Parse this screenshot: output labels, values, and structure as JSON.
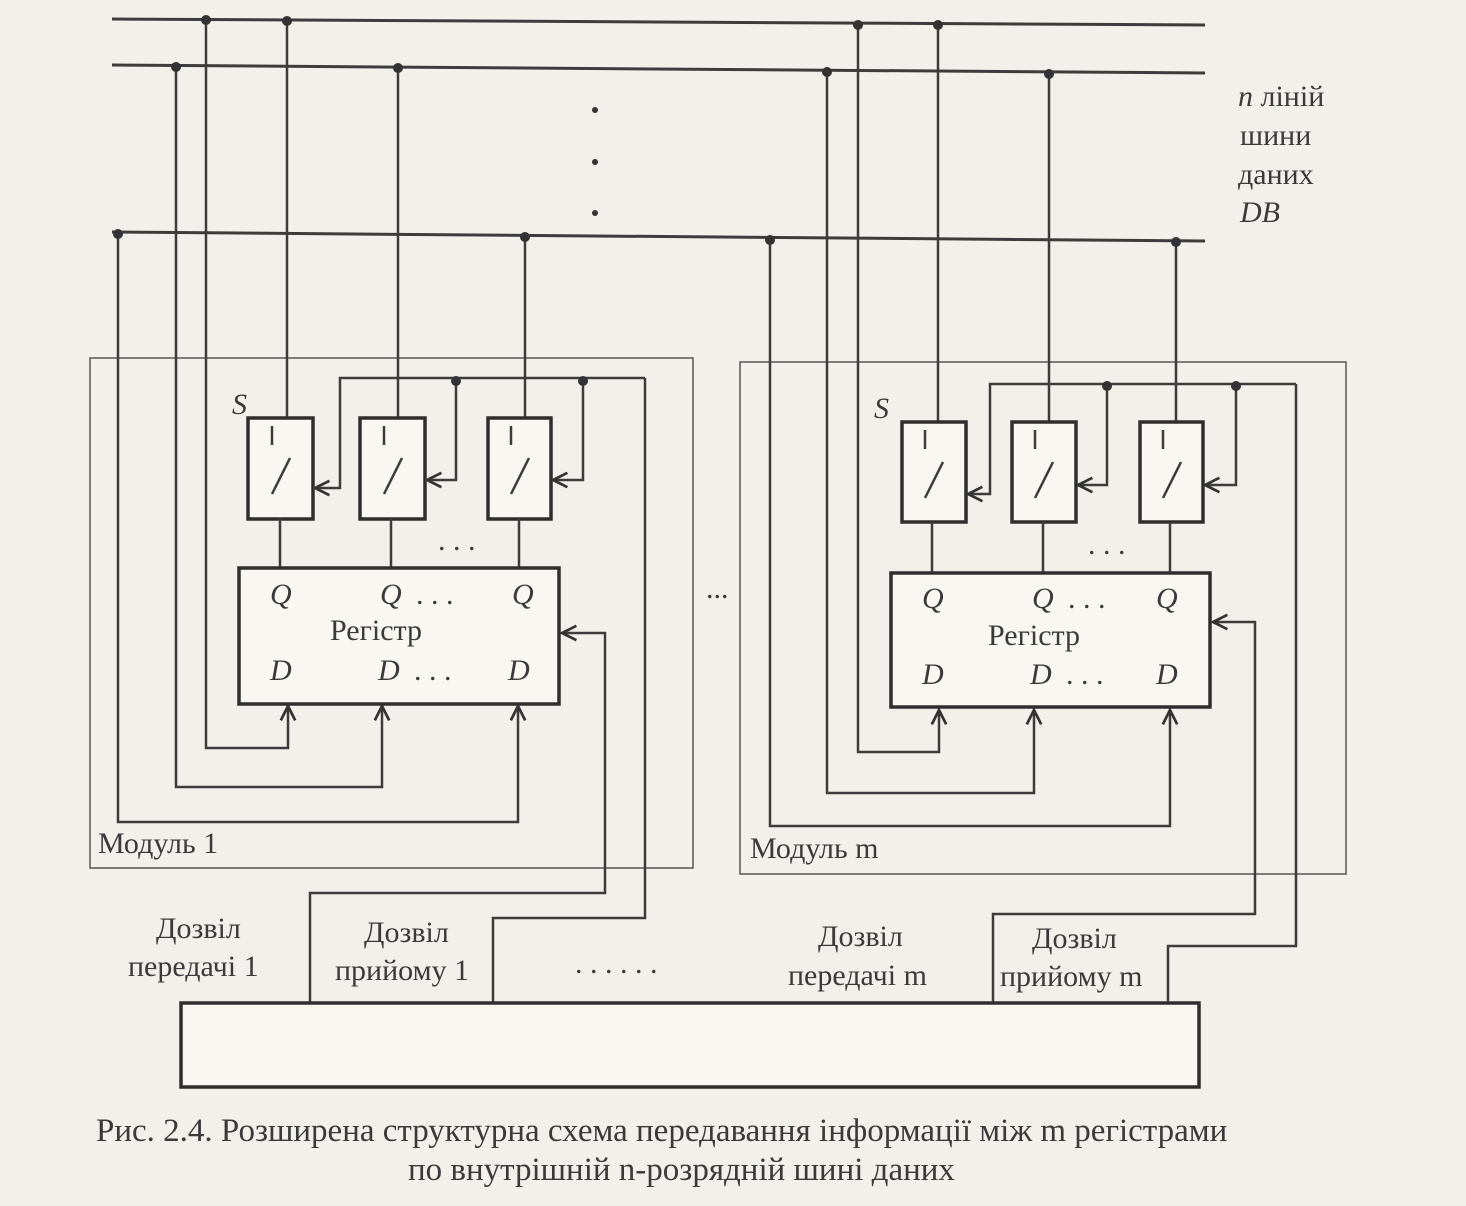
{
  "bus": {
    "label_lines": [
      "n ліній",
      "шини",
      "даних",
      "DB"
    ]
  },
  "modules": [
    {
      "label": "Модуль 1",
      "switch_label": "S",
      "register_label": "Регістр",
      "q_pin": "Q",
      "d_pin": "D",
      "ellipsis": ". . ."
    },
    {
      "label": "Модуль m",
      "switch_label": "S",
      "register_label": "Регістр",
      "q_pin": "Q",
      "d_pin": "D",
      "ellipsis": ". . ."
    }
  ],
  "signals": {
    "transmit_1": [
      "Дозвіл",
      "передачі 1"
    ],
    "receive_1": [
      "Дозвіл",
      "прийому 1"
    ],
    "transmit_m": [
      "Дозвіл",
      "передачі m"
    ],
    "receive_m": [
      "Дозвіл",
      "прийому m"
    ],
    "dots": ". . . . . ."
  },
  "between_modules": "...",
  "caption": {
    "line1": "Рис. 2.4. Розширена структурна схема передавання інформації між m регістрами",
    "line2": "по внутрішній n-розрядній шині даних"
  }
}
